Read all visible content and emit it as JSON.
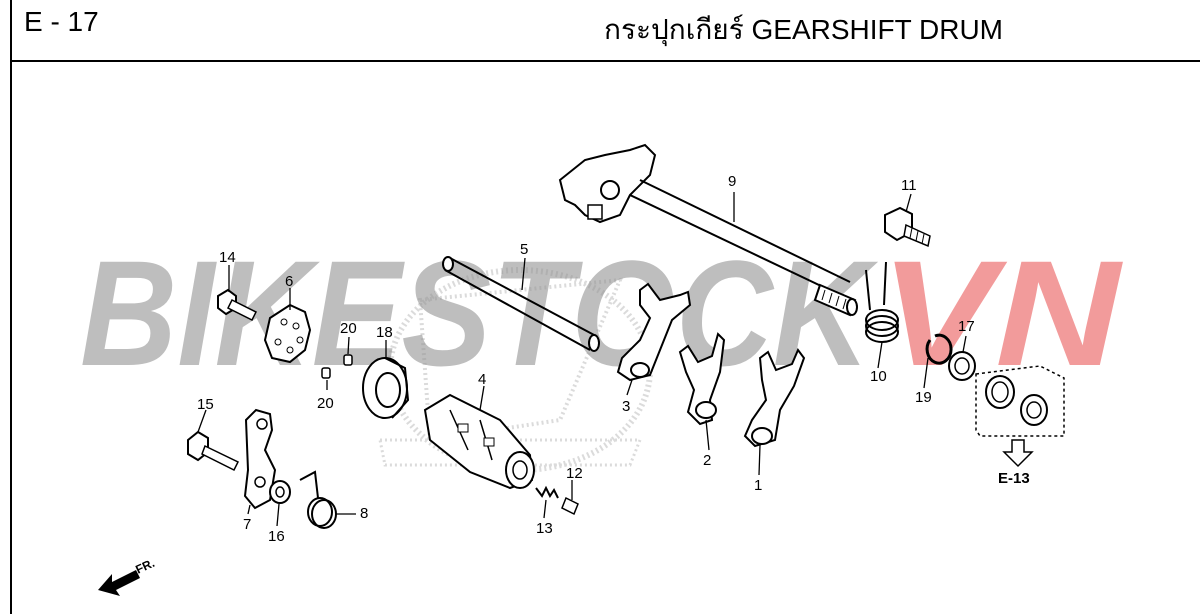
{
  "header": {
    "code": "E - 17",
    "title": "กระปุกเกียร์  GEARSHIFT DRUM"
  },
  "watermark": {
    "part1": "BIKESTOCK",
    "part2": "VN",
    "color1": "#b3b3b3",
    "color2": "#f08a8a"
  },
  "callouts": {
    "p1": "1",
    "p2": "2",
    "p3": "3",
    "p4": "4",
    "p5": "5",
    "p6": "6",
    "p7": "7",
    "p8": "8",
    "p9": "9",
    "p10": "10",
    "p11": "11",
    "p12": "12",
    "p13": "13",
    "p14": "14",
    "p15": "15",
    "p16": "16",
    "p17": "17",
    "p18": "18",
    "p20a": "20",
    "p20b": "20",
    "p19": "19"
  },
  "reference": "E-13",
  "direction": "FR."
}
